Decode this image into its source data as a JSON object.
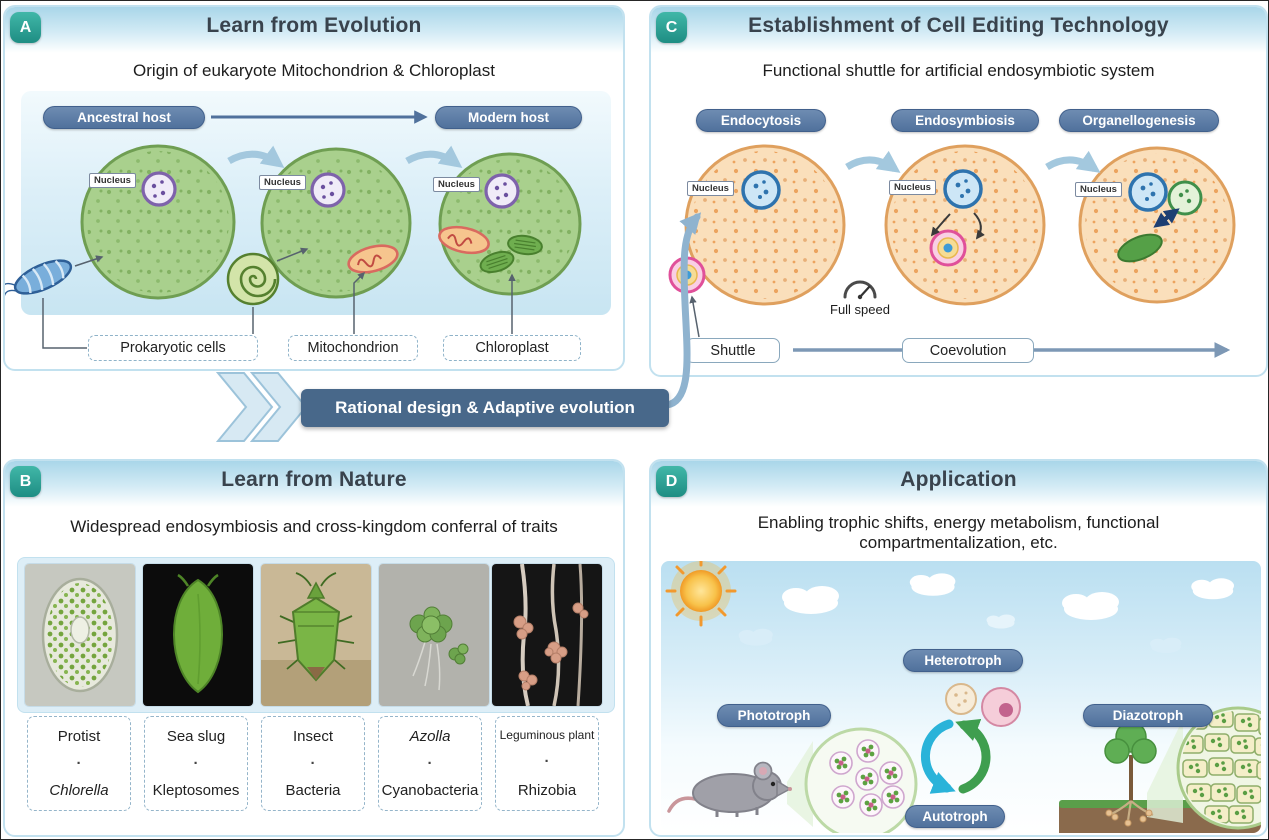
{
  "shared": {
    "nucleus_label": "Nucleus",
    "separator": "·"
  },
  "panel_a": {
    "badge": "A",
    "title": "Learn from Evolution",
    "subtitle": "Origin of eukaryote Mitochondrion & Chloroplast",
    "ancestral_host": "Ancestral host",
    "modern_host": "Modern host",
    "prokaryotic_cells": "Prokaryotic cells",
    "mitochondrion": "Mitochondrion",
    "chloroplast": "Chloroplast"
  },
  "center": {
    "rational_design": "Rational design & Adaptive evolution"
  },
  "panel_c": {
    "badge": "C",
    "title": "Establishment of Cell Editing Technology",
    "subtitle": "Functional shuttle for artificial endosymbiotic system",
    "stages": [
      {
        "label": "Endocytosis"
      },
      {
        "label": "Endosymbiosis"
      },
      {
        "label": "Organellogenesis"
      }
    ],
    "full_speed": "Full speed",
    "shuttle": "Shuttle",
    "coevolution": "Coevolution"
  },
  "panel_b": {
    "badge": "B",
    "title": "Learn from Nature",
    "subtitle": "Widespread endosymbiosis and cross-kingdom conferral of traits",
    "pairs": [
      {
        "host": "Protist",
        "symbiont": "Chlorella"
      },
      {
        "host": "Sea slug",
        "symbiont": "Kleptosomes"
      },
      {
        "host": "Insect",
        "symbiont": "Bacteria"
      },
      {
        "host": "Azolla",
        "symbiont": "Cyanobacteria"
      },
      {
        "host": "Leguminous plant",
        "symbiont": "Rhizobia"
      }
    ]
  },
  "panel_d": {
    "badge": "D",
    "title": "Application",
    "subtitle": "Enabling trophic shifts, energy metabolism, functional compartmentalization, etc.",
    "heterotroph": "Heterotroph",
    "phototroph": "Phototroph",
    "autotroph": "Autotroph",
    "diazotroph": "Diazotroph"
  },
  "colors": {
    "badge_teal": "#2aa396",
    "pill_blue": "#54719c",
    "rational_blue": "#48688a",
    "panel_border": "#c2e1ef",
    "host_cell_green": "#a9d08d",
    "edit_cell_orange": "#fadfbb"
  }
}
